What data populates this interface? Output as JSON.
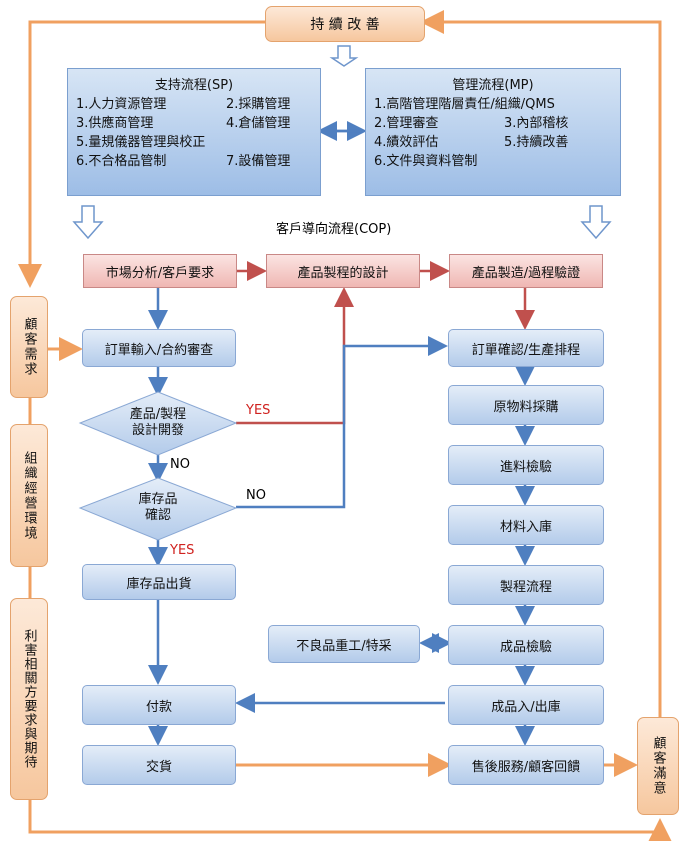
{
  "top": {
    "continuous_improvement": "持 續 改 善"
  },
  "sp": {
    "title": "支持流程(SP)",
    "items": [
      "1.人力資源管理",
      "2.採購管理",
      "3.供應商管理",
      "4.倉儲管理",
      "5.量規儀器管理與校正",
      "6.不合格品管制",
      "7.設備管理"
    ]
  },
  "mp": {
    "title": "管理流程(MP)",
    "items": [
      "1.高階管理階層責任/組織/QMS",
      "2.管理審查",
      "3.內部稽核",
      "4.績效評估",
      "5.持續改善",
      "6.文件與資料管制"
    ]
  },
  "cop_title": "客戶導向流程(COP)",
  "left_side": {
    "customer_needs": "顧客需求",
    "org_environment": "組織經營環境",
    "stakeholders": "利害相關方要求與期待"
  },
  "right_side": {
    "customer_satisfaction": "顧客滿意"
  },
  "flow": {
    "market": "市場分析/客戶要求",
    "design": "產品製程的設計",
    "manufacture": "產品製造/過程驗證",
    "order_input": "訂單輸入/合約審查",
    "design_decision": "產品/製程\n設計開發",
    "stock_decision": "庫存品\n確認",
    "stock_ship": "庫存品出貨",
    "payment": "付款",
    "delivery": "交貨",
    "order_confirm": "訂單確認/生產排程",
    "purchase": "原物料採購",
    "incoming": "進料檢驗",
    "warehousing": "材料入庫",
    "process": "製程流程",
    "final_inspect": "成品檢驗",
    "rework": "不良品重工/特采",
    "in_out": "成品入/出庫",
    "after_sales": "售後服務/顧客回饋"
  },
  "labels": {
    "yes1": "YES",
    "no1": "NO",
    "no2": "NO",
    "yes2": "YES"
  },
  "colors": {
    "blue_line": "#4f7fc0",
    "red_line": "#c0504d",
    "orange_line": "#f0a060"
  }
}
